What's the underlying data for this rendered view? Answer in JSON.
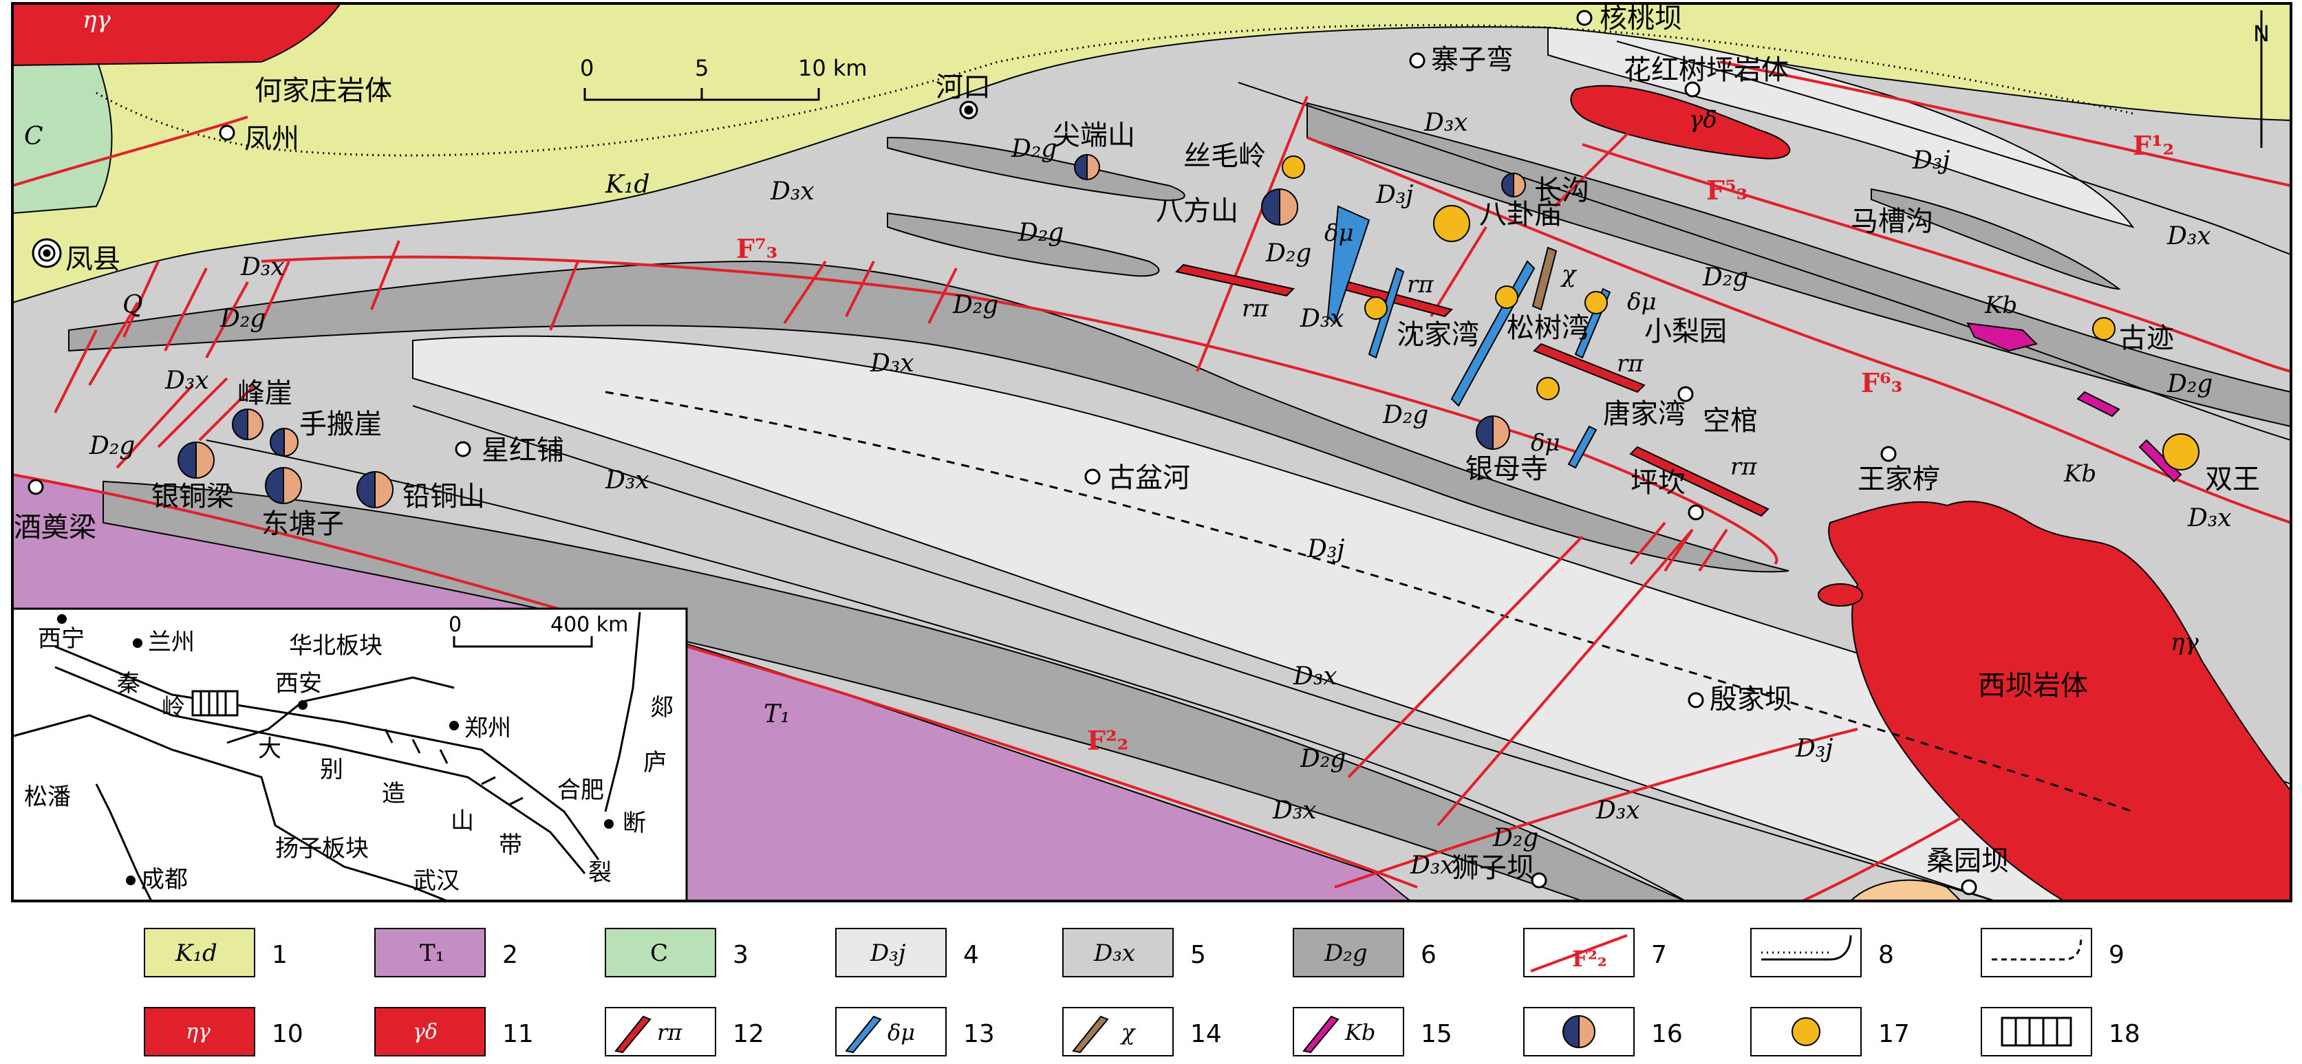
{
  "colors": {
    "K1d": "#e6ec9c",
    "T1": "#c48dc4",
    "C": "#b9e0b7",
    "D3j": "#e9e9e9",
    "D3x": "#cfcfcf",
    "D2g": "#a8a8a8",
    "granite": "#e0202a",
    "fault": "#e0202a",
    "lamp_rpi": "#d8202a",
    "lamp_dmu": "#3b8fd6",
    "lamp_chi": "#a07a58",
    "lamp_kb": "#d4149a",
    "deposit_cu_fill_left": "#2a3a72",
    "deposit_cu_fill_right": "#e8a67f",
    "deposit_au": "#f5b81a",
    "cross_section_bg": "#ffffff"
  },
  "scale": {
    "labels": [
      "0",
      "5",
      "10 km"
    ]
  },
  "north_label": "N",
  "strata_labels": {
    "K1d": "K₁d",
    "T1": "T₁",
    "C": "C",
    "Q": "Q",
    "D3x": "D₃x",
    "D3j": "D₃j",
    "D2g": "D₂g"
  },
  "rock_labels": {
    "eta_gamma": "ηγ",
    "gamma_delta": "γδ",
    "r_pi": "rπ",
    "delta_mu": "δμ",
    "chi": "χ",
    "Kb": "Kb"
  },
  "faults": {
    "F1_2": "F¹₂",
    "F2_2": "F²₂",
    "F5_3": "F⁵₃",
    "F6_3": "F⁶₃",
    "F7_3": "F⁷₃"
  },
  "places": {
    "hejiazhuang": "何家庄岩体",
    "fengzhou": "凤州",
    "fengxian": "凤县",
    "hekou": "河口",
    "jianduanshan": "尖端山",
    "simaoling": "丝毛岭",
    "bafangshan": "八方山",
    "zhaiziwan": "寨子弯",
    "hetaoba": "核桃坝",
    "huahongshuping": "花红树坪岩体",
    "changgou": "长沟",
    "baguamiao": "八卦庙",
    "macaogou": "马槽沟",
    "shenjiawan": "沈家湾",
    "songshuwan": "松树湾",
    "xiaoliyuan": "小梨园",
    "guji": "古迹",
    "fengya": "峰崖",
    "shoubanya": "手搬崖",
    "xinghongpu": "星红铺",
    "yintongliang": "银铜梁",
    "dongtangzi": "东塘子",
    "qiantongshan": "铅铜山",
    "jiumoliang": "酒奠梁",
    "gupenhe": "古盆河",
    "tangjiawan": "唐家湾",
    "kongguan": "空棺",
    "yinmusi": "银母寺",
    "pingkan": "坪坎",
    "wangjialao": "王家梈",
    "shuangwang": "双王",
    "xibayanti": "西坝岩体",
    "yinjiaba": "殷家坝",
    "shiziba": "狮子坝",
    "sangyuanba": "桑园坝"
  },
  "inset": {
    "places": [
      "西宁",
      "兰州",
      "西安",
      "郑州",
      "合肥",
      "武汉",
      "成都",
      "松潘"
    ],
    "regions": [
      "华北板块",
      "扬子板块"
    ],
    "belt_chars": [
      "秦",
      "岭",
      "大",
      "别",
      "造",
      "山",
      "带"
    ],
    "tanlu_chars": [
      "郯",
      "庐",
      "断",
      "裂"
    ],
    "scale": [
      "0",
      "400 km"
    ]
  },
  "legend": [
    {
      "num": "1",
      "label": "K₁d"
    },
    {
      "num": "2",
      "label": "T₁"
    },
    {
      "num": "3",
      "label": "C"
    },
    {
      "num": "4",
      "label": "D₃j"
    },
    {
      "num": "5",
      "label": "D₃x"
    },
    {
      "num": "6",
      "label": "D₂g"
    },
    {
      "num": "7",
      "label": "F²₂"
    },
    {
      "num": "8",
      "label": ""
    },
    {
      "num": "9",
      "label": ""
    },
    {
      "num": "10",
      "label": "ηγ"
    },
    {
      "num": "11",
      "label": "γδ"
    },
    {
      "num": "12",
      "label": "rπ"
    },
    {
      "num": "13",
      "label": "δμ"
    },
    {
      "num": "14",
      "label": "χ"
    },
    {
      "num": "15",
      "label": "Kb"
    },
    {
      "num": "16",
      "label": ""
    },
    {
      "num": "17",
      "label": ""
    },
    {
      "num": "18",
      "label": ""
    }
  ]
}
